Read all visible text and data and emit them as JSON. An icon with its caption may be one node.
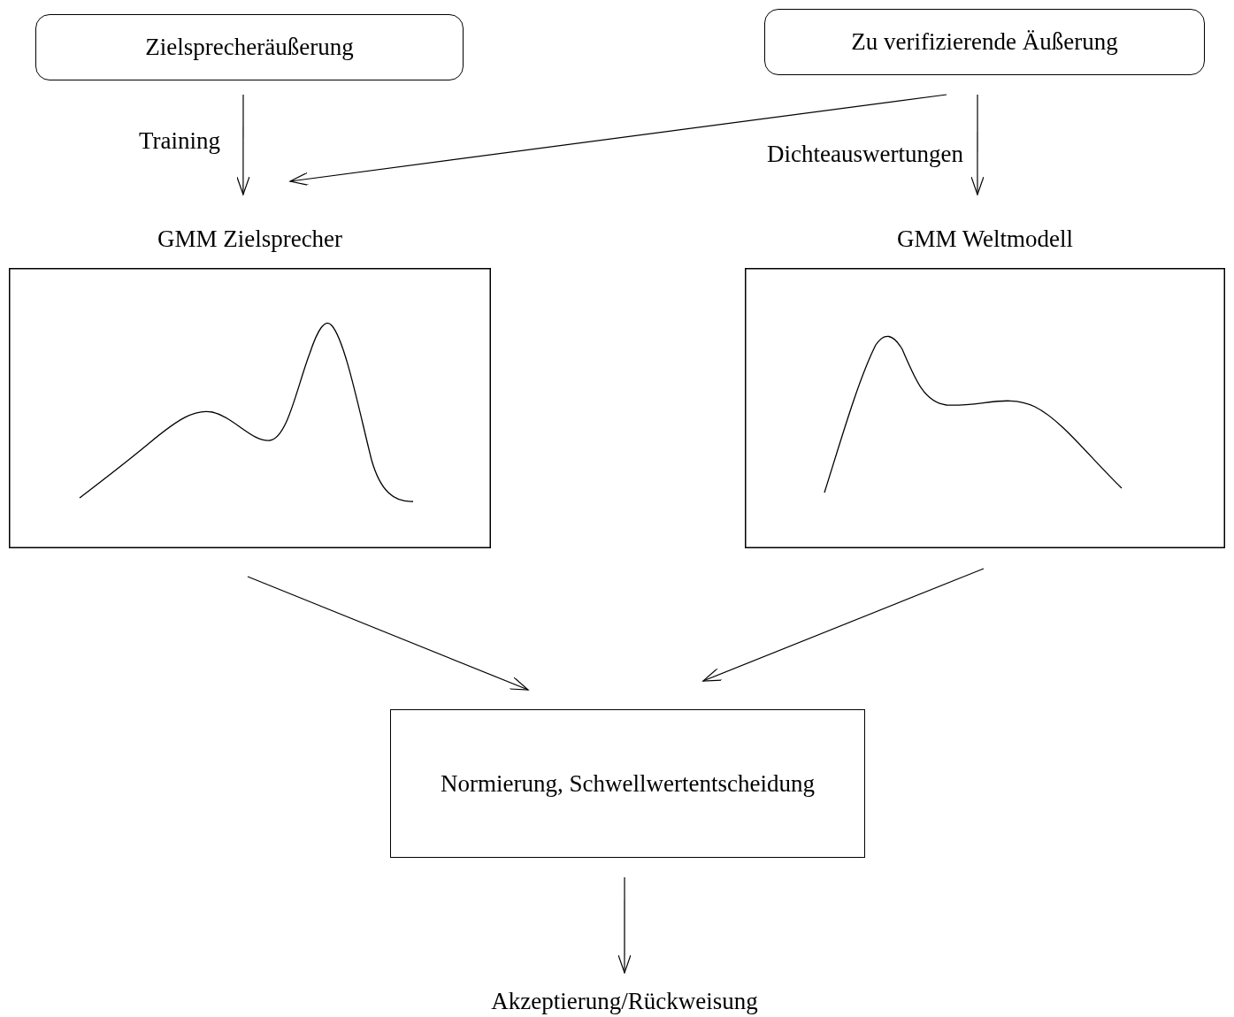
{
  "diagram": {
    "nodes": [
      {
        "text": [
          "Zielsprecheräußerung"
        ]
      },
      {
        "text": [
          "Zu verifizierende Äußerung"
        ]
      },
      {
        "text": [
          "GMM Zielsprecher"
        ]
      },
      {
        "text": [
          "GMM Weltmodell"
        ]
      },
      {
        "text": [
          "Normierung, Schwellwertentscheidung"
        ]
      },
      {
        "text": [
          "Akzeptierung/Rückweisung"
        ]
      }
    ],
    "edges": [
      {
        "from": 0,
        "to": 2,
        "arrow": "to",
        "label": "Training"
      },
      {
        "from": 1,
        "to": 2,
        "arrow": "to"
      },
      {
        "from": 1,
        "to": 3,
        "arrow": "to",
        "label": "Dichteauswertungen"
      },
      {
        "from": 2,
        "to": 4,
        "arrow": "to"
      },
      {
        "from": 3,
        "to": 4,
        "arrow": "to"
      },
      {
        "from": 4,
        "to": 5,
        "arrow": "to"
      }
    ]
  }
}
